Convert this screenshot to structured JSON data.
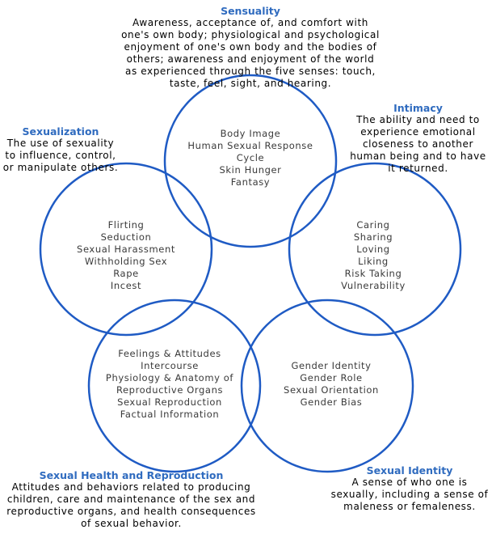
{
  "colors": {
    "circle_stroke": "#1f5bc4",
    "title": "#2f6bbf",
    "description": "#000000",
    "inner_text": "#3a3a3a"
  },
  "sensuality": {
    "title": "Sensuality",
    "description": "Awareness, acceptance of, and comfort with\none's own body; physiological and psychological\nenjoyment of one's own body and the bodies of\nothers; awareness and enjoyment of the world\nas experienced through the five senses: touch,\ntaste, feel, sight, and hearing.",
    "items": "Body Image\nHuman Sexual Response\nCycle\nSkin Hunger\nFantasy"
  },
  "intimacy": {
    "title": "Intimacy",
    "description": "The ability and need to\nexperience emotional\ncloseness to another\nhuman being and to have\nit returned.",
    "items": "Caring\nSharing\nLoving\nLiking\nRisk Taking\nVulnerability"
  },
  "sexualization": {
    "title": "Sexualization",
    "description": "The use of sexuality\nto influence, control,\nor manipulate others.",
    "items": "Flirting\nSeduction\nSexual Harassment\nWithholding Sex\nRape\nIncest"
  },
  "sexual_health": {
    "title": "Sexual Health and Reproduction",
    "description": "Attitudes and behaviors related to producing\nchildren, care and maintenance of the sex and\nreproductive organs, and health consequences\nof sexual behavior.",
    "items": "Feelings & Attitudes\nIntercourse\nPhysiology & Anatomy of\nReproductive Organs\nSexual Reproduction\nFactual Information"
  },
  "sexual_identity": {
    "title": "Sexual Identity",
    "description": "A sense of who one is\nsexually, including a sense of\nmaleness or femaleness.",
    "items": "Gender Identity\nGender Role\nSexual Orientation\nGender Bias"
  }
}
